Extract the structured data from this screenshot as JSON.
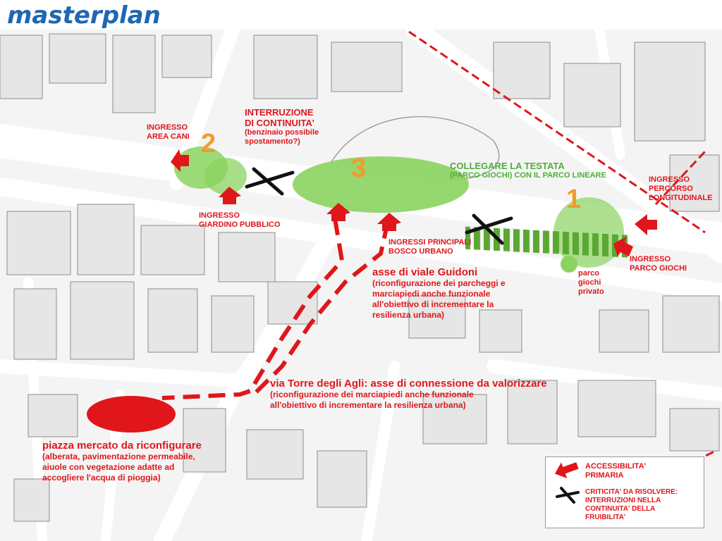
{
  "title": "masterplan",
  "zones": {
    "z1": "1",
    "z2": "2",
    "z3": "3"
  },
  "labels": {
    "area_cani": [
      "INGRESSO",
      "AREA CANI"
    ],
    "interruzione_head": [
      "INTERRUZIONE",
      "DI CONTINUITA'"
    ],
    "interruzione_sub": [
      "(benzinaio possibile",
      "spostamento?)"
    ],
    "giardino": [
      "INGRESSO",
      "GIARDINO PUBBLICO"
    ],
    "collegare": [
      "COLLEGARE LA TESTATA",
      "(PARCO GIOCHI) CON IL PARCO LINEARE"
    ],
    "percorso": [
      "INGRESSO",
      "PERCORSO",
      "LONGITUDINALE"
    ],
    "ingressi_principali": [
      "INGRESSI PRINCIPALI",
      "BOSCO URBANO"
    ],
    "parco_giochi": [
      "INGRESSO",
      "PARCO GIOCHI"
    ],
    "privato": [
      "parco",
      "giochi",
      "privato"
    ],
    "guidoni_head": "asse di viale Guidoni",
    "guidoni_body": [
      "(riconfigurazione dei parcheggi e",
      " marciapiedi anche funzionale",
      "all'obiettivo di incrementare la",
      " resilienza urbana)"
    ],
    "torre_head": "via Torre degli Agli: asse di connessione da valorizzare",
    "torre_body": [
      "(riconfigurazione dei marciapiedi anche funzionale",
      "all'obiettivo di incrementare la resilienza urbana)"
    ],
    "piazza_head": "piazza mercato da riconfigurare",
    "piazza_body": [
      "(alberata, pavimentazione permeabile,",
      "aiuole con vegetazione adatte ad",
      "accogliere l'acqua di pioggia)"
    ]
  },
  "legend": {
    "accessibilita": [
      "ACCESSIBILITA'",
      "PRIMARIA"
    ],
    "criticita": [
      "CRITICITA' DA RISOLVERE:",
      "INTERRUZIONI NELLA",
      "CONTINUITA' DELLA",
      "FRUIBILITA'"
    ]
  },
  "colors": {
    "accent_red": "#e0161b",
    "green": "#8bd35f",
    "green_dark": "#4fae3a",
    "orange": "#f39a2d",
    "title_blue": "#1f67b1"
  },
  "icons": [
    "arrow-icon",
    "cross-icon"
  ]
}
